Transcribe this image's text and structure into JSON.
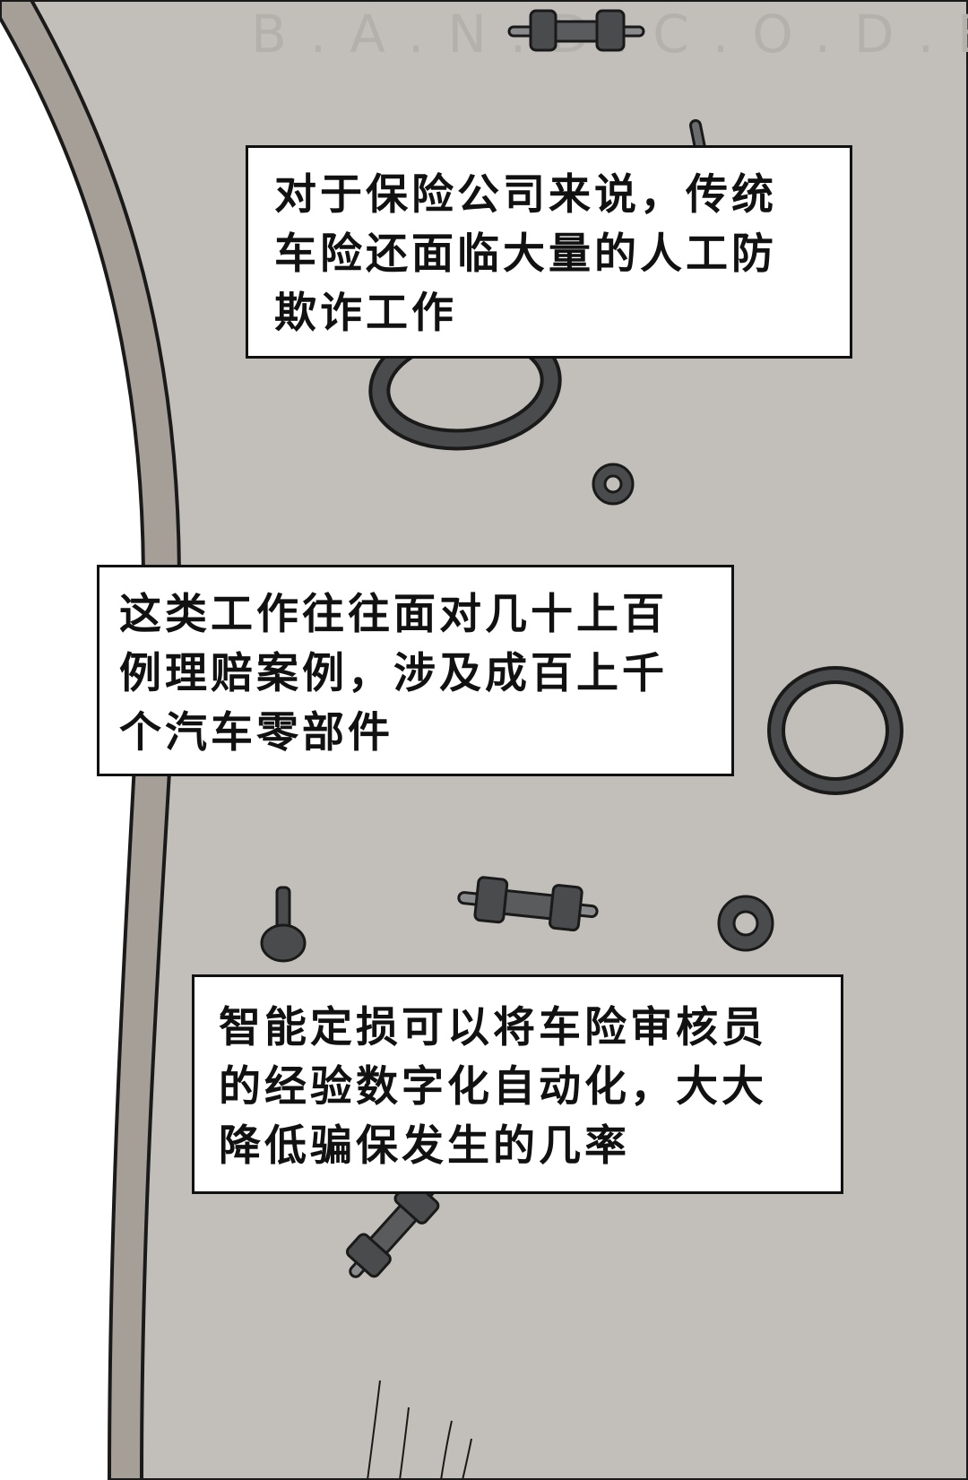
{
  "panel": {
    "watermark_text": "B.A.N.D.C.O.D.E",
    "captions": [
      {
        "lines": [
          "对于保险公司来说，传统",
          "车险还面临大量的人工防",
          "欺诈工作"
        ]
      },
      {
        "lines": [
          "这类工作往往面对几十上百",
          "例理赔案例，涉及成百上千",
          "个汽车零部件"
        ]
      },
      {
        "lines": [
          "智能定损可以将车险审核员",
          "的经验数字化自动化，大大",
          "降低骗保发生的几率"
        ]
      }
    ]
  },
  "colors": {
    "tire_surface": "#c2beb9",
    "tire_rim": "#a59f98",
    "ink": "#1a1a1a",
    "parts": "#4a4b4d",
    "caption_bg": "#ffffff"
  },
  "icons": [
    "tire-surface",
    "bolt-icon",
    "rubber-ring-icon",
    "nut-icon",
    "screw-icon"
  ]
}
